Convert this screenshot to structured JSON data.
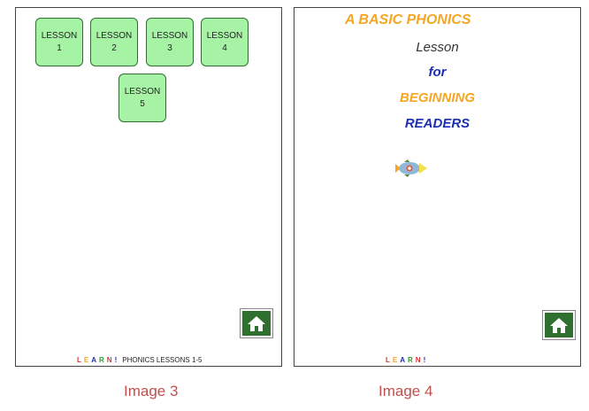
{
  "image3": {
    "lessons": [
      {
        "line1": "LESSON",
        "line2": "1"
      },
      {
        "line1": "LESSON",
        "line2": "2"
      },
      {
        "line1": "LESSON",
        "line2": "3"
      },
      {
        "line1": "LESSON",
        "line2": "4"
      },
      {
        "line1": "LESSON",
        "line2": "5"
      }
    ],
    "footer_learn": [
      "L",
      "E",
      "A",
      "R",
      "N",
      "!"
    ],
    "footer_text": "PHONICS LESSONS 1-5",
    "caption": "Image 3"
  },
  "image4": {
    "title_lines": [
      "A BASIC PHONICS",
      "Lesson",
      "for",
      "BEGINNING",
      "READERS"
    ],
    "footer_learn": [
      "L",
      "E",
      "A",
      "R",
      "N",
      "!"
    ],
    "caption": "Image 4"
  },
  "icons": {
    "home": "home-icon",
    "rocket": "rocket-icon"
  },
  "colors": {
    "lesson_button": "#a6f3a6",
    "home_button": "#2f6f2f",
    "orange_text": "#f5a623",
    "blue_text": "#1b2fb0",
    "caption": "#c0504d",
    "learn_letters": [
      "#d33",
      "#f5a623",
      "#1b2fb0",
      "#2a9d2a",
      "#d33",
      "#1b2fb0"
    ]
  }
}
